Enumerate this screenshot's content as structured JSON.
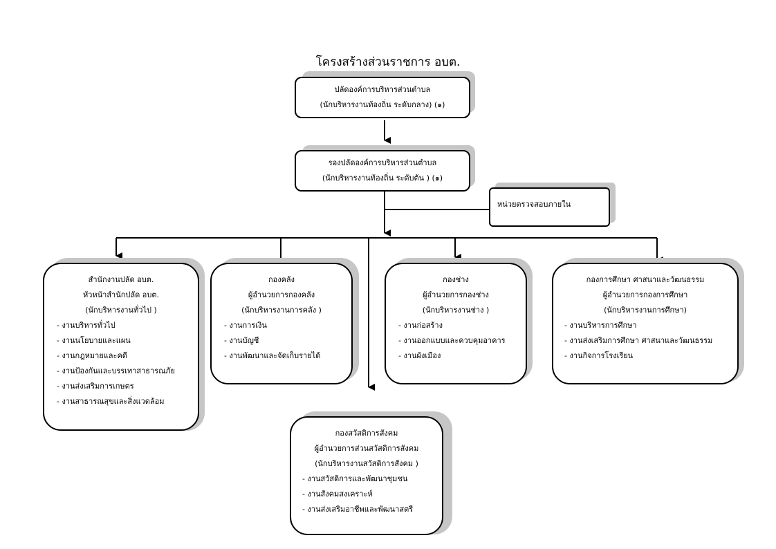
{
  "title": "โครงสร้างส่วนราชการ อบต.",
  "chief": {
    "line1": "ปลัดองค์การบริหารส่วนตำบล",
    "line2": "(นักบริหารงานท้องถิ่น ระดับกลาง) (๑)"
  },
  "deputy": {
    "line1": "รองปลัดองค์การบริหารส่วนตำบล",
    "line2": "(นักบริหารงานท้องถิ่น ระดับต้น ) (๑)"
  },
  "audit": {
    "label": "หน่วยตรวจสอบภายใน"
  },
  "office": {
    "line1": "สำนักงานปลัด อบต.",
    "line2": "หัวหน้าสำนักปลัด อบต.",
    "line3": "(นักบริหารงานทั่วไป )",
    "items": [
      "-  งานบริหารทั่วไป",
      "-  งานนโยบายและแผน",
      "-  งานกฎหมายและคดี",
      "-  งานป้องกันและบรรเทาสาธารณภัย",
      "-  งานส่งเสริมการเกษตร",
      "-  งานสาธารณสุขและสิ่งแวดล้อม"
    ]
  },
  "finance": {
    "line1": "กองคลัง",
    "line2": "ผู้อำนวยการกองคลัง",
    "line3": "(นักบริหารงานการคลัง )",
    "items": [
      "-  งานการเงิน",
      "-  งานบัญชี",
      "-  งานพัฒนาและจัดเก็บรายได้"
    ]
  },
  "engineering": {
    "line1": "กองช่าง",
    "line2": "ผู้อำนวยการกองช่าง",
    "line3": "(นักบริหารงานช่าง )",
    "items": [
      "-  งานก่อสร้าง",
      "-  งานออกแบบและควบคุมอาคาร",
      "-  งานผังเมือง"
    ]
  },
  "education": {
    "line1": "กองการศึกษา ศาสนาและวัฒนธรรม",
    "line2": "ผู้อำนวยการกองการศึกษา",
    "line3": "(นักบริหารงานการศึกษา)",
    "items": [
      "-  งานบริหารการศึกษา",
      "-  งานส่งเสริมการศึกษา ศาสนาและวัฒนธรรม",
      "-  งานกิจการโรงเรียน"
    ]
  },
  "welfare": {
    "line1": "กองสวัสดิการสังคม",
    "line2": "ผู้อำนวยการส่วนสวัสดิการสังคม",
    "line3": "(นักบริหารงานสวัสดิการสังคม )",
    "items": [
      "-  งานสวัสดิการและพัฒนาชุมชน",
      "-  งานสังคมสงเคราะห์",
      "-  งานส่งเสริมอาชีพและพัฒนาสตรี"
    ]
  }
}
